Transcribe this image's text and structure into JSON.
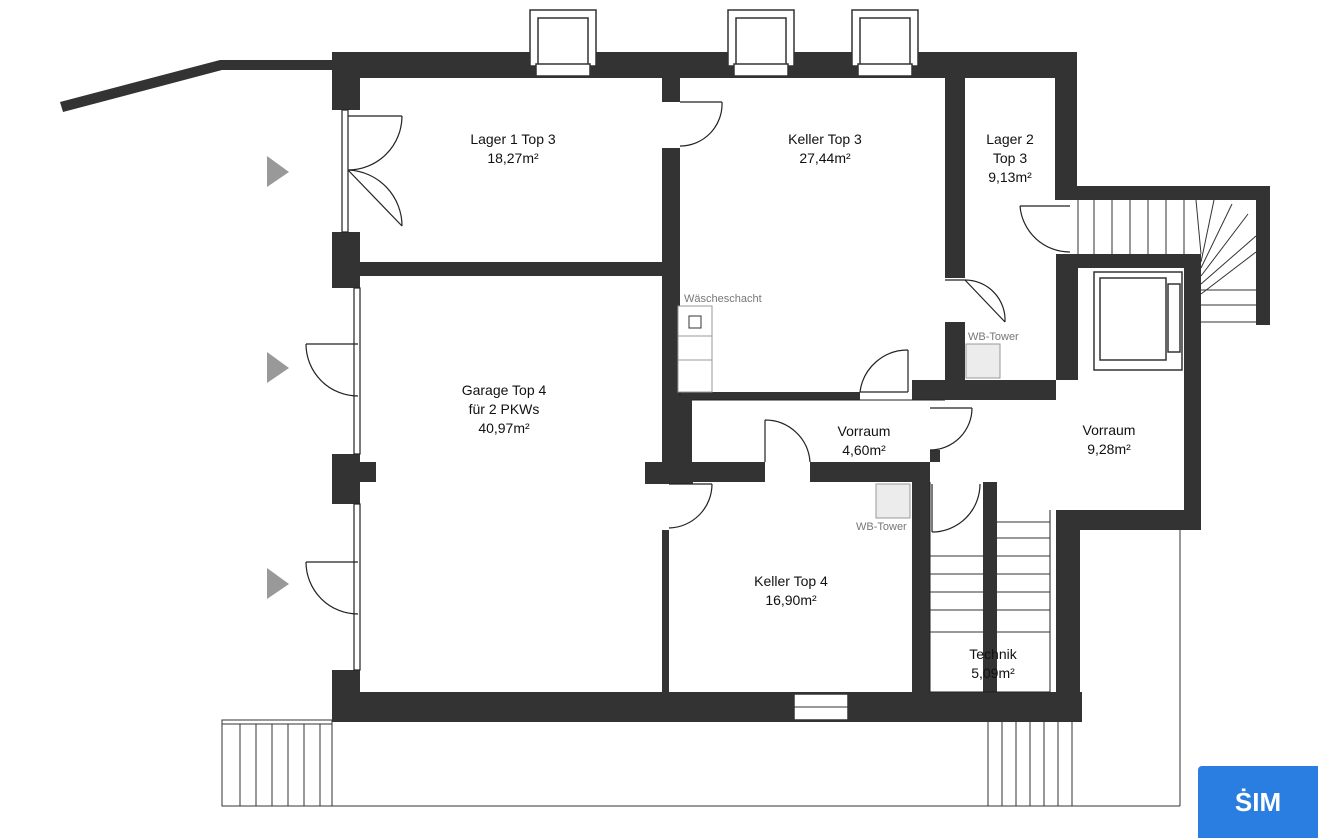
{
  "plan": {
    "wall_color": "#333333",
    "line_color": "#222222",
    "rooms": [
      {
        "id": "lager1",
        "lines": [
          "Lager 1 Top 3",
          "18,27m²"
        ]
      },
      {
        "id": "keller3",
        "lines": [
          "Keller Top 3",
          "27,44m²"
        ]
      },
      {
        "id": "lager2",
        "lines": [
          "Lager 2",
          "Top 3",
          "9,13m²"
        ]
      },
      {
        "id": "garage",
        "lines": [
          "Garage Top 4",
          "für 2 PKWs",
          "40,97m²"
        ]
      },
      {
        "id": "vorraum1",
        "lines": [
          "Vorraum",
          "4,60m²"
        ]
      },
      {
        "id": "vorraum2",
        "lines": [
          "Vorraum",
          "9,28m²"
        ]
      },
      {
        "id": "keller4",
        "lines": [
          "Keller Top 4",
          "16,90m²"
        ]
      },
      {
        "id": "technik",
        "lines": [
          "Technik",
          "5,09m²"
        ]
      }
    ],
    "fixtures": {
      "waescheschacht": "Wäscheschacht",
      "wb_tower_1": "WB-Tower",
      "wb_tower_2": "WB-Tower"
    },
    "entrance_marker_icon": "triangle-arrow-icon"
  },
  "logo": {
    "text": "ṠIM",
    "color": "#2a7de1"
  }
}
